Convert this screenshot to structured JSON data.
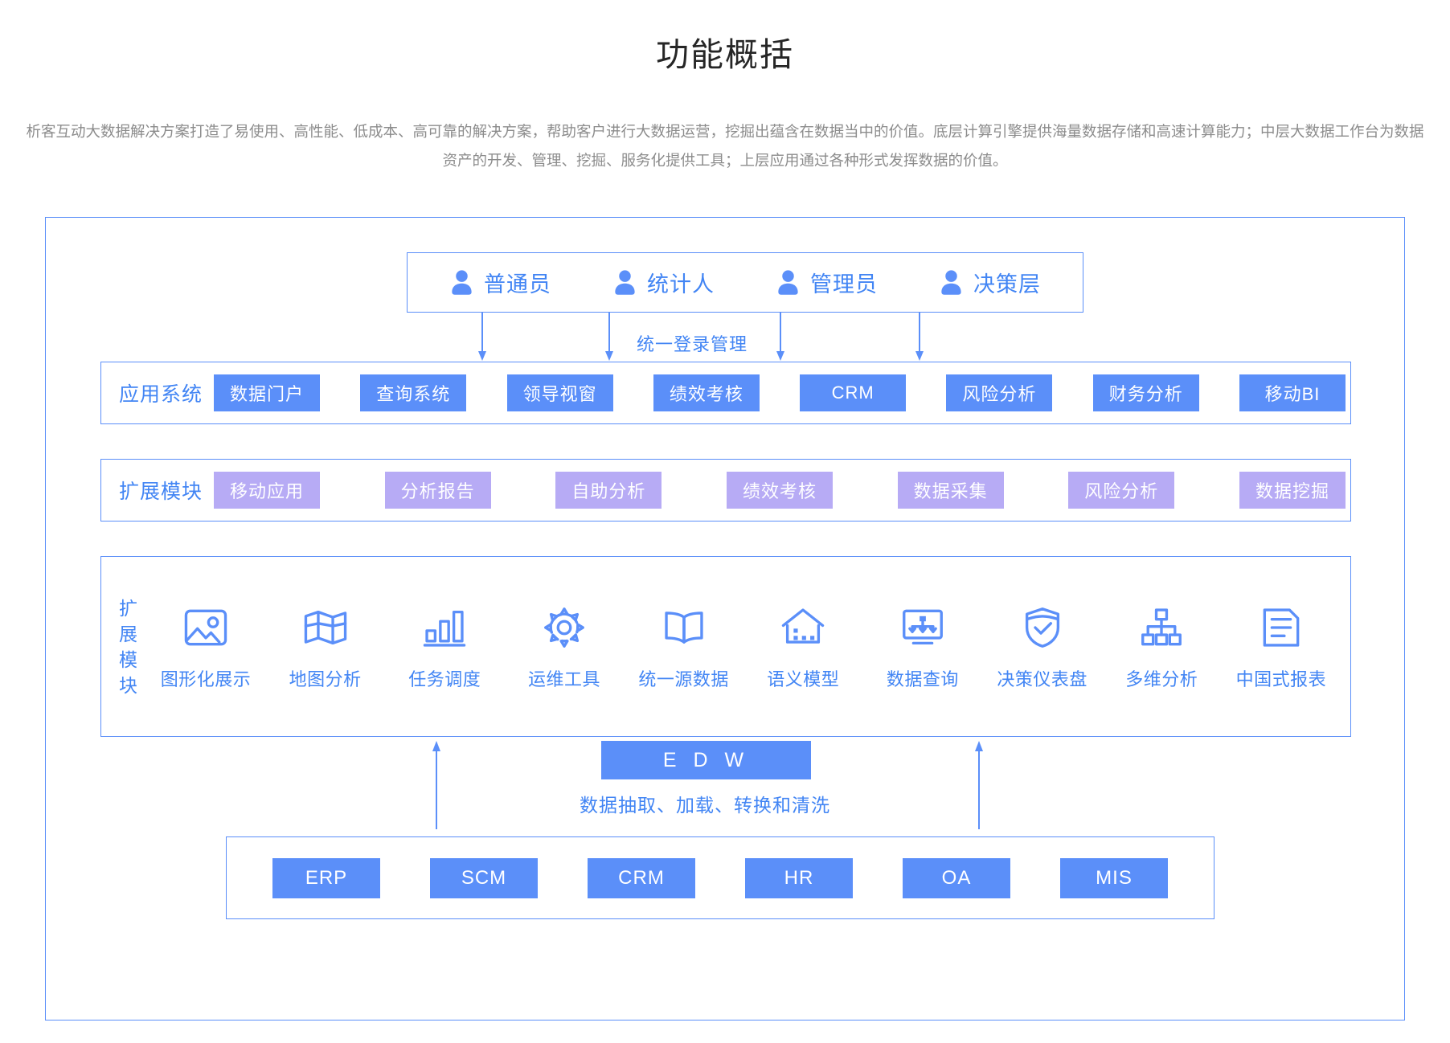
{
  "header": {
    "title": "功能概括",
    "description": "析客互动大数据解决方案打造了易使用、高性能、低成本、高可靠的解决方案，帮助客户进行大数据运营，挖掘出蕴含在数据当中的价值。底层计算引擎提供海量数据存储和高速计算能力；中层大数据工作台为数据资产的开发、管理、挖掘、服务化提供工具；上层应用通过各种形式发挥数据的价值。"
  },
  "roles": {
    "items": [
      {
        "label": "普通员",
        "icon": "user-icon"
      },
      {
        "label": "统计人",
        "icon": "user-icon"
      },
      {
        "label": "管理员",
        "icon": "user-icon"
      },
      {
        "label": "决策层",
        "icon": "user-icon"
      }
    ],
    "login_label": "统一登录管理"
  },
  "app_systems": {
    "title": "应用系统",
    "items": [
      {
        "label": "数据门户"
      },
      {
        "label": "查询系统"
      },
      {
        "label": "领导视窗"
      },
      {
        "label": "绩效考核"
      },
      {
        "label": "CRM"
      },
      {
        "label": "风险分析"
      },
      {
        "label": "财务分析"
      },
      {
        "label": "移动BI"
      }
    ]
  },
  "ext_modules": {
    "title": "扩展模块",
    "items": [
      {
        "label": "移动应用"
      },
      {
        "label": "分析报告"
      },
      {
        "label": "自助分析"
      },
      {
        "label": "绩效考核"
      },
      {
        "label": "数据采集"
      },
      {
        "label": "风险分析"
      },
      {
        "label": "数据挖掘"
      }
    ]
  },
  "capabilities": {
    "title": "扩展模块",
    "items": [
      {
        "label": "图形化展示",
        "icon": "image-icon"
      },
      {
        "label": "地图分析",
        "icon": "map-icon"
      },
      {
        "label": "任务调度",
        "icon": "bar-chart-icon"
      },
      {
        "label": "运维工具",
        "icon": "gear-icon"
      },
      {
        "label": "统一源数据",
        "icon": "book-icon"
      },
      {
        "label": "语义模型",
        "icon": "house-data-icon"
      },
      {
        "label": "数据查询",
        "icon": "monitor-query-icon"
      },
      {
        "label": "决策仪表盘",
        "icon": "shield-check-icon"
      },
      {
        "label": "多维分析",
        "icon": "org-tree-icon"
      },
      {
        "label": "中国式报表",
        "icon": "document-icon"
      }
    ]
  },
  "etl": {
    "label": "E D W",
    "caption": "数据抽取、加载、转换和清洗"
  },
  "sources": {
    "items": [
      {
        "label": "ERP"
      },
      {
        "label": "SCM"
      },
      {
        "label": "CRM"
      },
      {
        "label": "HR"
      },
      {
        "label": "OA"
      },
      {
        "label": "MIS"
      }
    ]
  },
  "colors": {
    "accent_blue": "#5b8ff9",
    "accent_purple": "#b7abf5",
    "text_blue": "#4285f4",
    "title_dark": "#262626",
    "body_gray": "#8c8c8c"
  }
}
